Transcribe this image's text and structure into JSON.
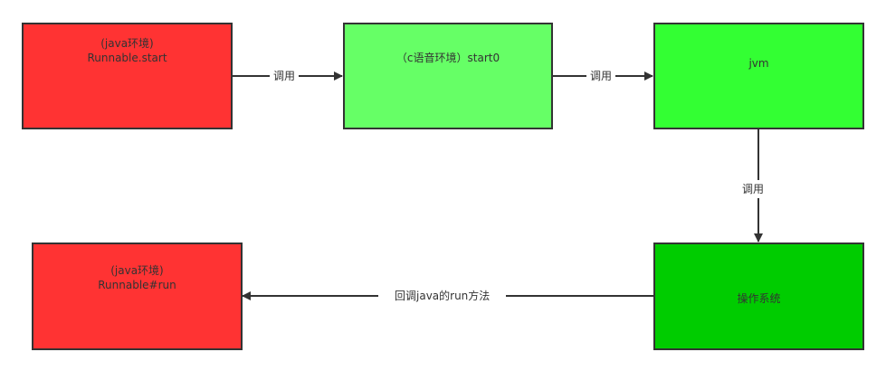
{
  "diagram": {
    "nodes": [
      {
        "id": "java-start",
        "line1": "(java环境)",
        "line2": "Runnable.start",
        "color": "#ff3333"
      },
      {
        "id": "c-start0",
        "line1": "（c语音环境）start0",
        "line2": "",
        "color": "#66ff66"
      },
      {
        "id": "jvm",
        "line1": "jvm",
        "line2": "",
        "color": "#33ff33"
      },
      {
        "id": "os",
        "line1": "操作系统",
        "line2": "",
        "color": "#00cc00"
      },
      {
        "id": "java-run",
        "line1": "(java环境)",
        "line2": "Runnable#run",
        "color": "#ff3333"
      }
    ],
    "edges": [
      {
        "from": "java-start",
        "to": "c-start0",
        "label": "调用"
      },
      {
        "from": "c-start0",
        "to": "jvm",
        "label": "调用"
      },
      {
        "from": "jvm",
        "to": "os",
        "label": "调用"
      },
      {
        "from": "os",
        "to": "java-run",
        "label": "回调java的run方法"
      }
    ],
    "stroke_color": "#333333"
  }
}
